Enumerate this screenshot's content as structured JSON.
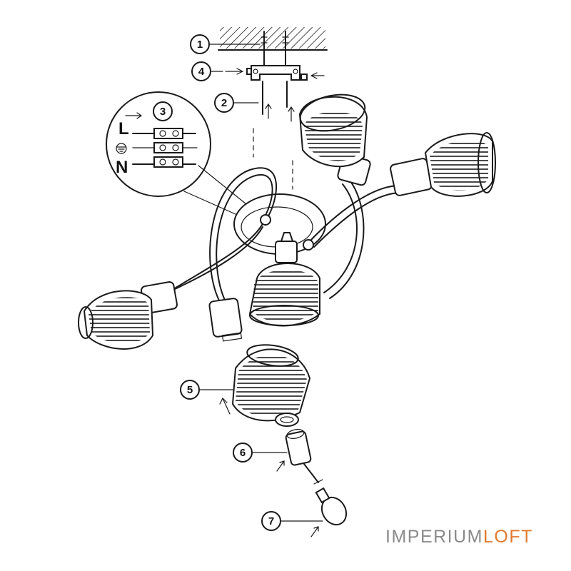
{
  "callouts": [
    {
      "id": "1",
      "label": "1"
    },
    {
      "id": "2",
      "label": "2"
    },
    {
      "id": "3",
      "label": "3"
    },
    {
      "id": "4",
      "label": "4"
    },
    {
      "id": "5",
      "label": "5"
    },
    {
      "id": "6",
      "label": "6"
    },
    {
      "id": "7",
      "label": "7"
    }
  ],
  "wiring": {
    "live_label": "L",
    "neutral_label": "N"
  },
  "watermark": {
    "part1": "IMPERIUM",
    "part2": "LOFT"
  },
  "colors": {
    "line": "#1a1a1a",
    "watermark_gray": "#8a8a8a",
    "watermark_accent": "#e07a2e"
  }
}
